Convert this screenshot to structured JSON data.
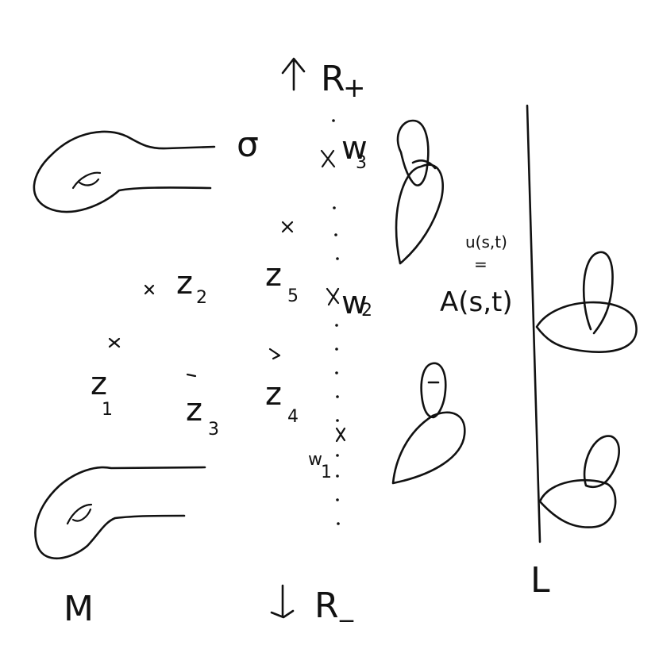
{
  "labels": {
    "manifold": "M",
    "boundary": "L",
    "r_plus": "R",
    "r_plus_sub": "+",
    "r_minus": "R",
    "r_minus_sub": "_",
    "sigma": "σ",
    "z1": "z",
    "z1_sub": "1",
    "z2": "z",
    "z2_sub": "2",
    "z3": "z",
    "z3_sub": "3",
    "z4": "z",
    "z4_sub": "4",
    "z5": "z",
    "z5_sub": "5",
    "w1": "w",
    "w1_sub": "1",
    "w2": "w",
    "w2_sub": "2",
    "w3": "w",
    "w3_sub": "3",
    "u_st": "u(s,t)",
    "equals": "=",
    "a_st": "A(s,t)"
  }
}
